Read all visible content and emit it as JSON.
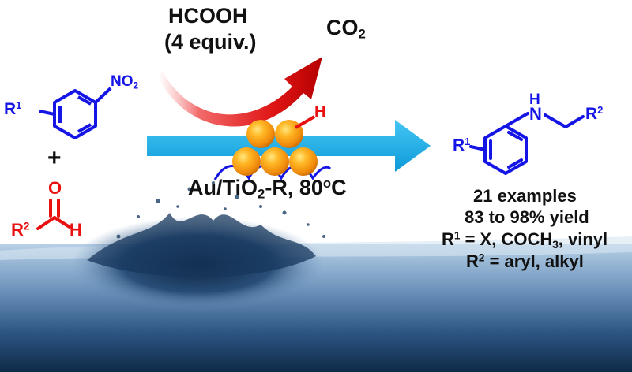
{
  "colors": {
    "blue": "#1515e6",
    "red": "#e81010",
    "arrow": "#1ab0ec",
    "gold": "#f7a51c",
    "water_dark": "#0e2a48",
    "water_light": "#8fb4d4"
  },
  "reagent": {
    "name": "HCOOH",
    "equiv_prefix": "(4 equiv.)"
  },
  "byproduct": {
    "main": "CO",
    "sub": "2"
  },
  "nitro": {
    "label_main": "NO",
    "label_sub": "2",
    "substituent_main": "R",
    "substituent_sup": "1"
  },
  "plus": "+",
  "aldehyde": {
    "o": "O",
    "r_main": "R",
    "r_sup": "2",
    "h": "H"
  },
  "surface_h": "H",
  "catalyst": {
    "part1": "Au/TiO",
    "sub": "2",
    "part2": "-R, 80",
    "sup": "o",
    "part3": "C"
  },
  "product": {
    "nh": "H",
    "n": "N",
    "r1_main": "R",
    "r1_sup": "1",
    "r2_main": "R",
    "r2_sup": "2"
  },
  "results": {
    "line1": "21 examples",
    "line2": "83 to 98% yield",
    "line3_a": "R",
    "line3_sup": "1",
    "line3_b": " = X, COCH",
    "line3_sub": "3",
    "line3_c": ", vinyl",
    "line4_a": "R",
    "line4_sup": "2",
    "line4_b": " = aryl, alkyl"
  }
}
